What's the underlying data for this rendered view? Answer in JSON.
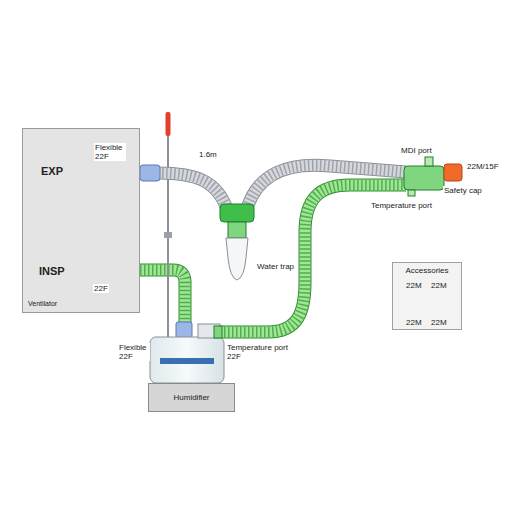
{
  "diagram": {
    "nodes": [
      {
        "text": [
          "EXP",
          "INSP",
          "Ventilator"
        ]
      },
      {
        "text": [
          "Humidifier"
        ]
      },
      {
        "text": [
          "Accessories"
        ]
      }
    ],
    "edges": [
      {
        "from": 0,
        "to": 1,
        "arrow": "none"
      }
    ],
    "labels": [
      "Flexible 22F",
      "1.6m",
      "Water trap",
      "MDI port",
      "22M/15F",
      "Safety cap",
      "Temperature port",
      "22F",
      "Flexible 22F",
      "Temperature port 22F",
      "22M",
      "22M",
      "22M",
      "22M"
    ]
  }
}
